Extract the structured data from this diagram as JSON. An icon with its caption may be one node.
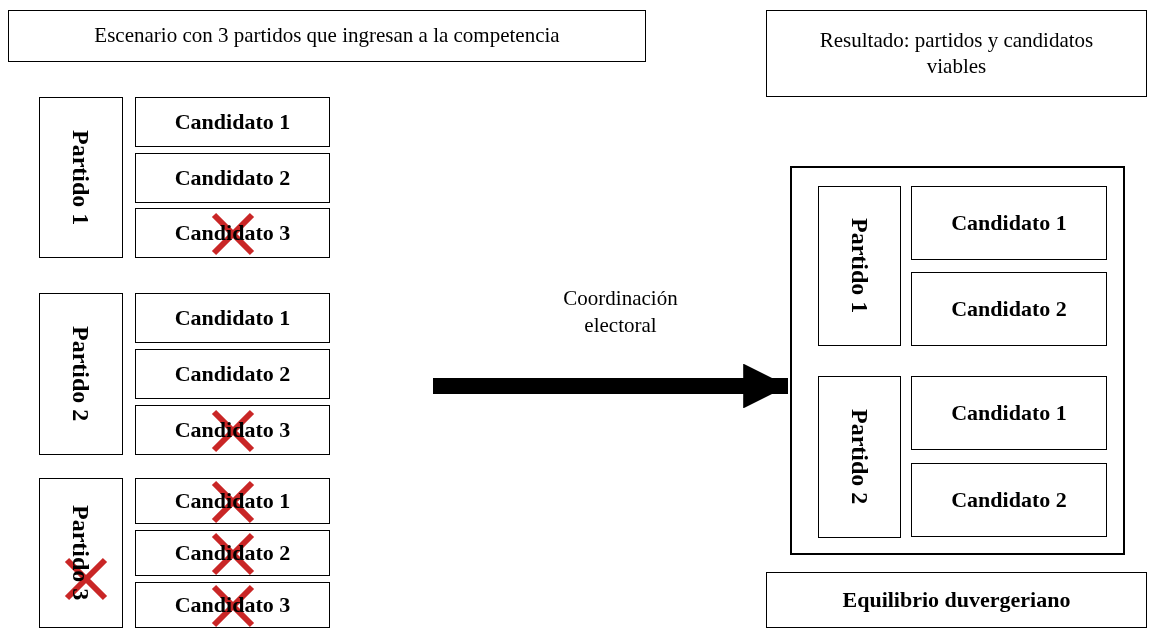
{
  "diagram": {
    "nodes": [
      {
        "text": [
          "Escenario con 3 partidos que ingresan a la competencia"
        ]
      },
      {
        "text": [
          "Resultado: partidos y candidatos viables"
        ]
      },
      {
        "text": [
          "Partido 1"
        ]
      },
      {
        "text": [
          "Candidato 1"
        ]
      },
      {
        "text": [
          "Candidato 2"
        ]
      },
      {
        "text": [
          "Candidato 3"
        ]
      },
      {
        "text": [
          "Partido 2"
        ]
      },
      {
        "text": [
          "Candidato 1"
        ]
      },
      {
        "text": [
          "Candidato 2"
        ]
      },
      {
        "text": [
          "Candidato 3"
        ]
      },
      {
        "text": [
          "Partido 3"
        ]
      },
      {
        "text": [
          "Candidato 1"
        ]
      },
      {
        "text": [
          "Candidato 2"
        ]
      },
      {
        "text": [
          "Candidato 3"
        ]
      },
      {
        "text": [],
        "shape": "box"
      },
      {
        "text": [
          "Partido 1"
        ],
        "in": 14
      },
      {
        "text": [
          "Candidato 1"
        ],
        "in": 14
      },
      {
        "text": [
          "Candidato 2"
        ],
        "in": 14
      },
      {
        "text": [
          "Partido 2"
        ],
        "in": 14
      },
      {
        "text": [
          "Candidato 1"
        ],
        "in": 14
      },
      {
        "text": [
          "Candidato 2"
        ],
        "in": 14
      },
      {
        "text": [
          "Equilibrio duvergeriano"
        ]
      }
    ],
    "edges": [
      {
        "from": null,
        "to": 14,
        "arrow": "to",
        "label": "Coordinación electoral"
      }
    ]
  }
}
